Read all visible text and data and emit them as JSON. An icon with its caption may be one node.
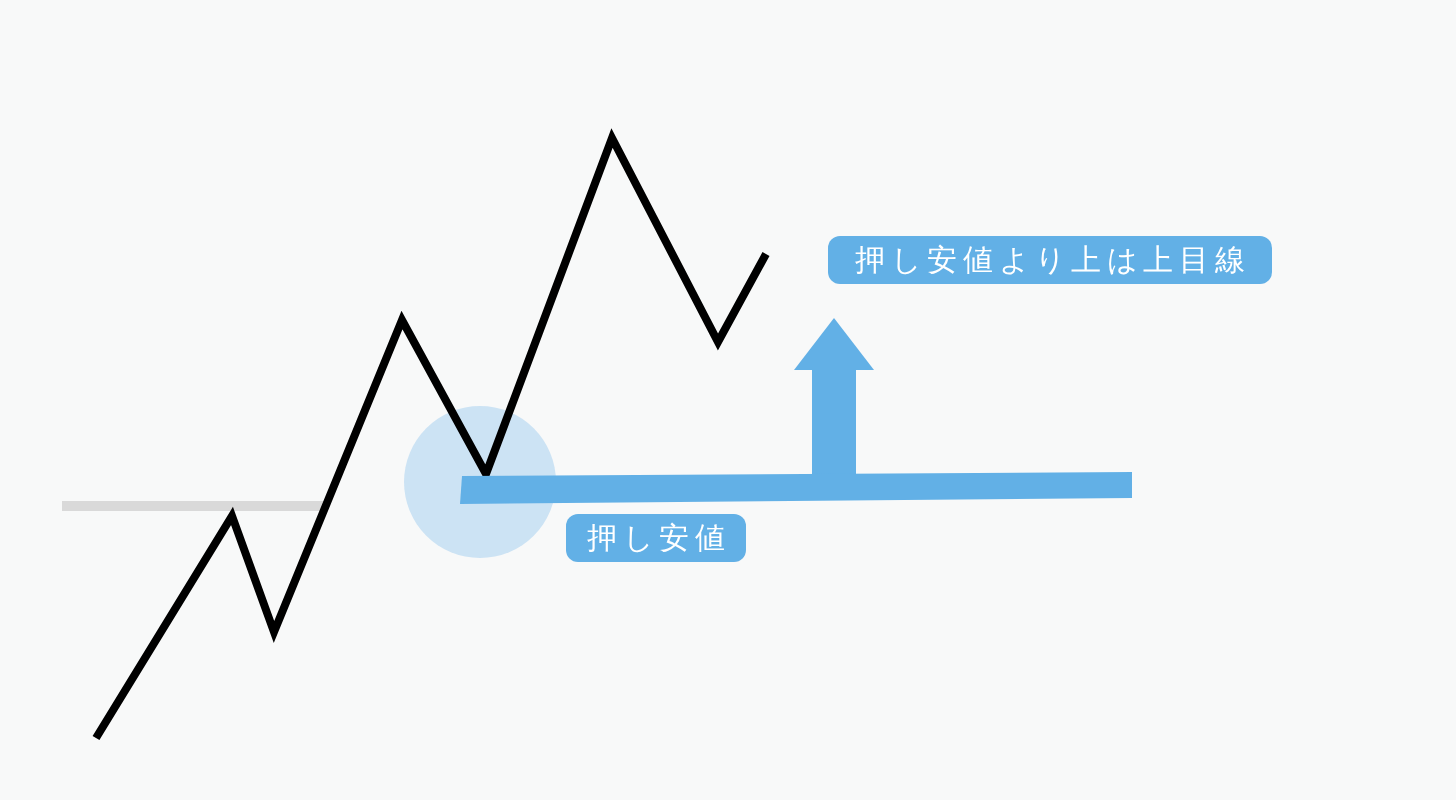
{
  "diagram": {
    "nodes": [
      {
        "text": [
          "押し安値より上は上目線"
        ]
      },
      {
        "text": [],
        "shape": "bar"
      },
      {
        "text": [
          "押し安値"
        ]
      }
    ],
    "edges": [
      {
        "from": 1,
        "to": 0,
        "arrow": "to"
      }
    ]
  }
}
